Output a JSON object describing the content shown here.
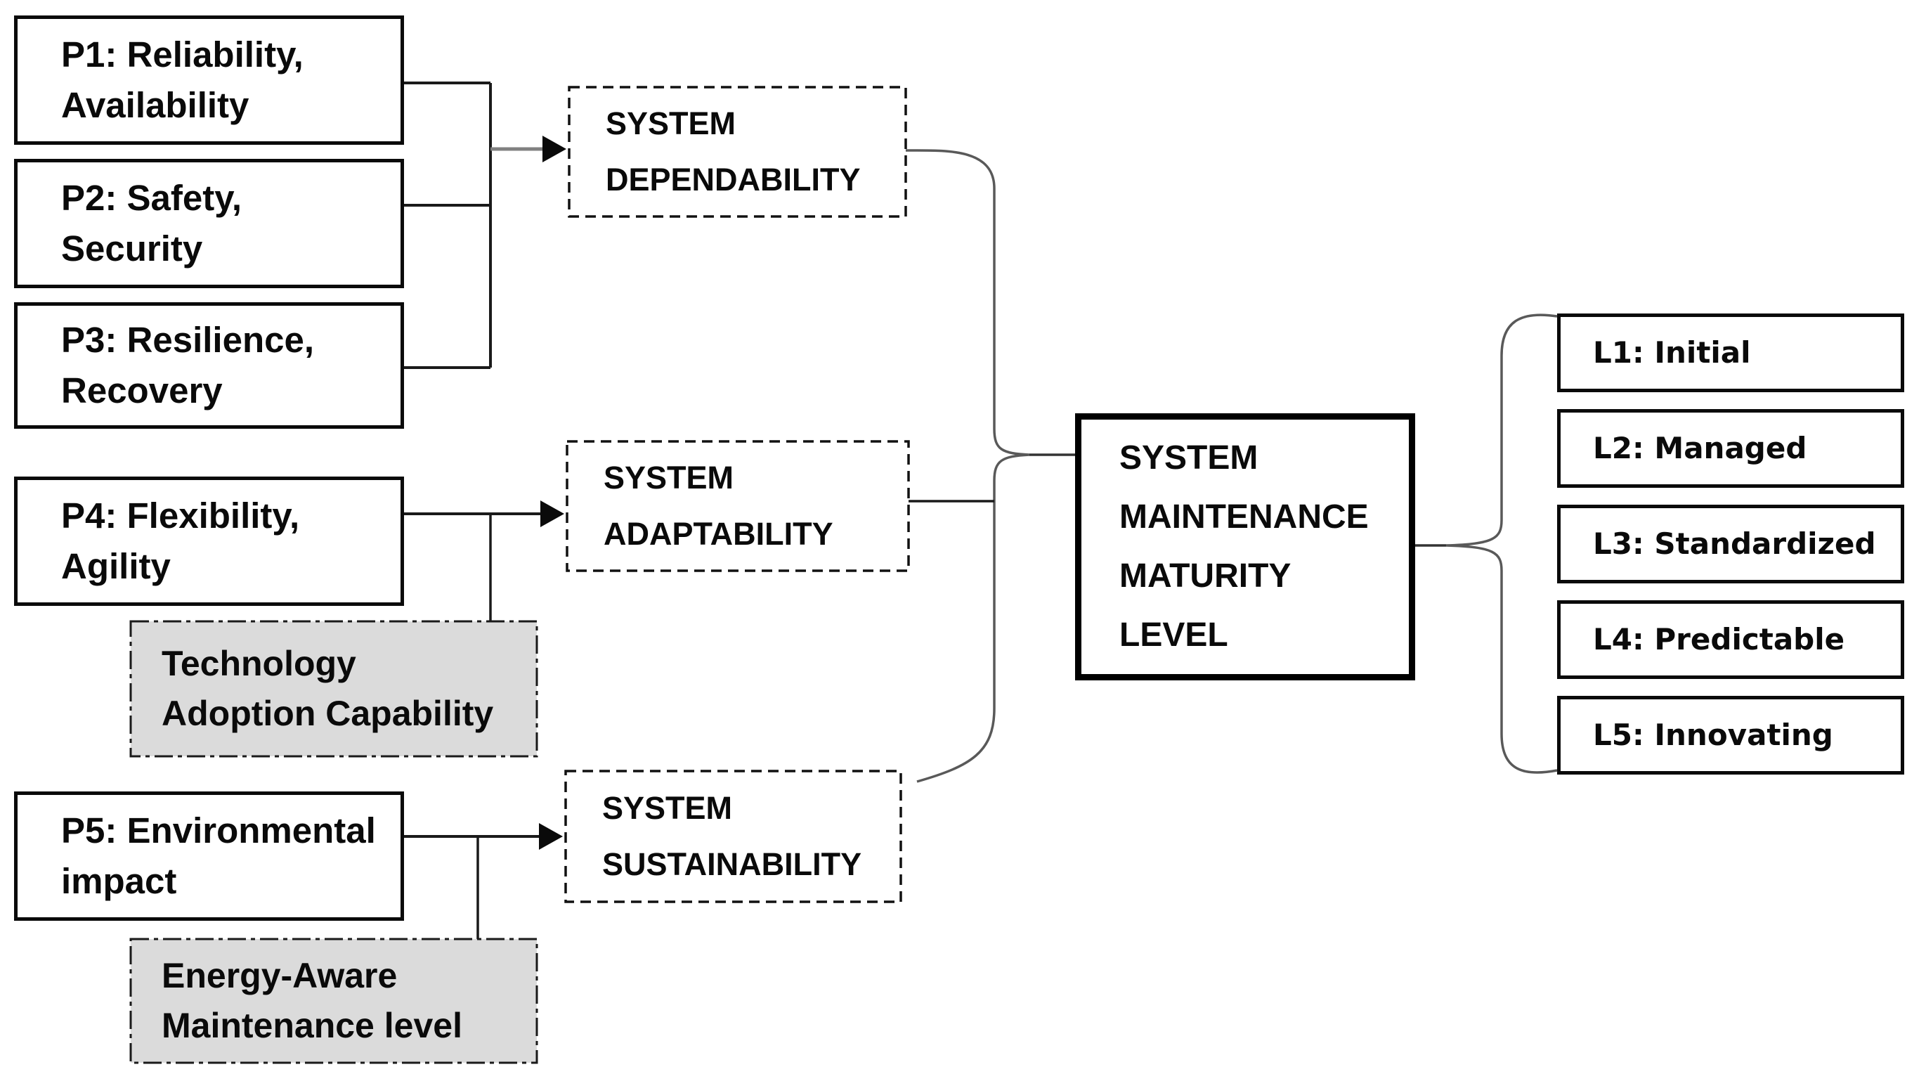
{
  "principles": [
    {
      "id": "p1",
      "lines": [
        "P1: Reliability,",
        "Availability"
      ]
    },
    {
      "id": "p2",
      "lines": [
        "P2: Safety,",
        "Security"
      ]
    },
    {
      "id": "p3",
      "lines": [
        "P3: Resilience,",
        "Recovery"
      ]
    },
    {
      "id": "p4",
      "lines": [
        "P4: Flexibility,",
        "Agility"
      ]
    },
    {
      "id": "p5",
      "lines": [
        "P5: Environmental",
        "impact"
      ]
    }
  ],
  "capabilities": [
    {
      "id": "tech",
      "lines": [
        "Technology",
        "Adoption Capability"
      ]
    },
    {
      "id": "energy",
      "lines": [
        "Energy-Aware",
        "Maintenance level"
      ]
    }
  ],
  "qualities": [
    {
      "id": "dependability",
      "lines": [
        "SYSTEM",
        "DEPENDABILITY"
      ]
    },
    {
      "id": "adaptability",
      "lines": [
        "SYSTEM",
        "ADAPTABILITY"
      ]
    },
    {
      "id": "sustainability",
      "lines": [
        "SYSTEM",
        "SUSTAINABILITY"
      ]
    }
  ],
  "maturity": {
    "lines": [
      "SYSTEM",
      "MAINTENANCE",
      "MATURITY",
      "LEVEL"
    ]
  },
  "levels": [
    {
      "id": "l1",
      "label": "L1: Initial"
    },
    {
      "id": "l2",
      "label": "L2: Managed"
    },
    {
      "id": "l3",
      "label": "L3: Standardized"
    },
    {
      "id": "l4",
      "label": "L4: Predictable"
    },
    {
      "id": "l5",
      "label": "L5: Innovating"
    }
  ],
  "colors": {
    "background": "#FFFFFF",
    "box_border": "#0A0A0A",
    "capability_fill": "#DBDBDB",
    "connector_black": "#1A1A1A",
    "connector_gray": "#808080",
    "brace_gray": "#595959",
    "text": "#0A0A0A"
  }
}
